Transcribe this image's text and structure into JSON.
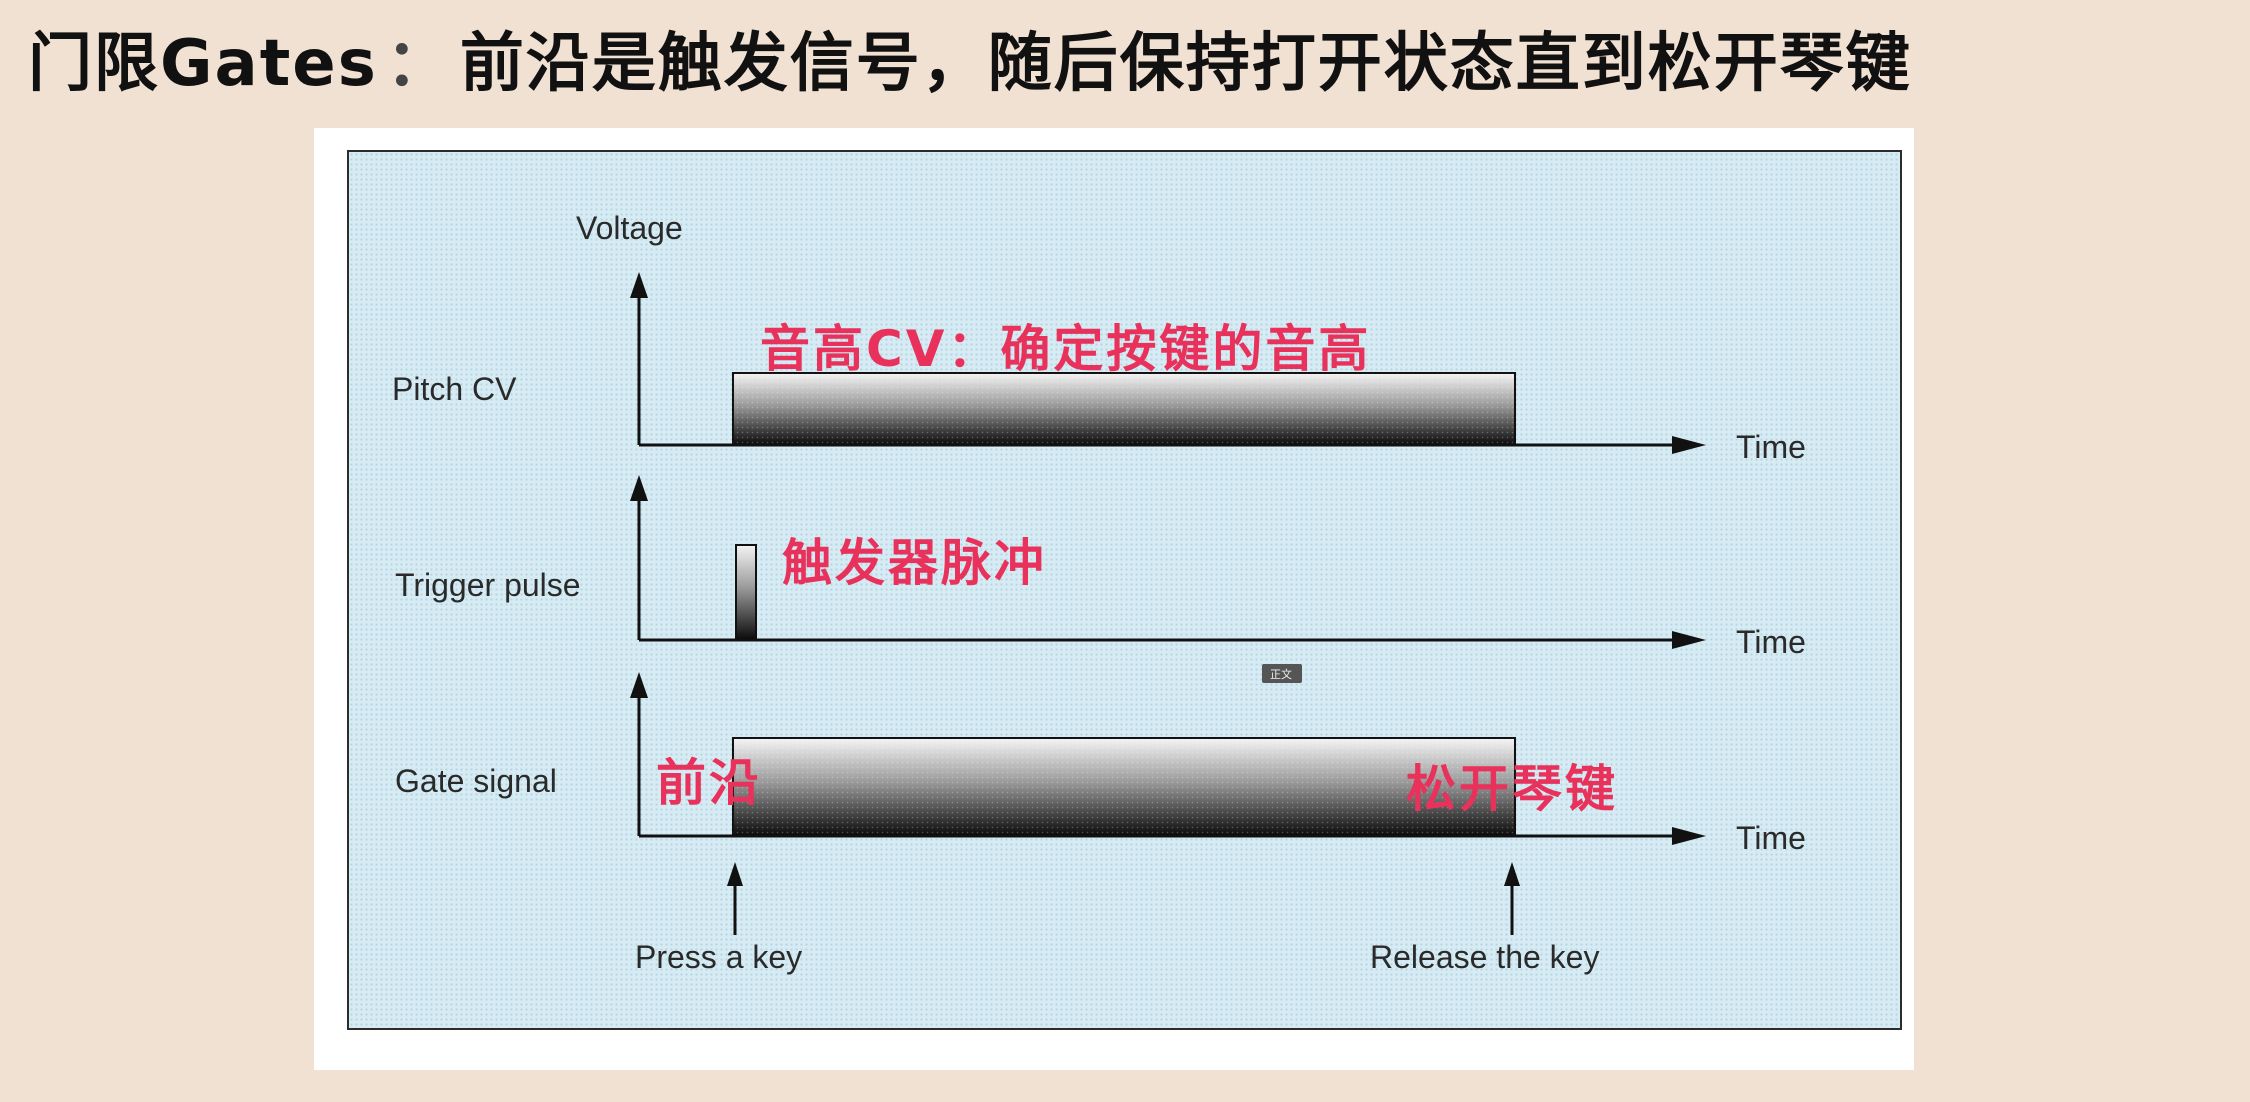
{
  "slide": {
    "title_part1": "门限Gates",
    "title_sep": "：",
    "title_part2": "前沿是触发信号，随后保持打开状态直到松开琴键"
  },
  "diagram": {
    "y_axis_label": "Voltage",
    "time_label": "Time",
    "rows": [
      {
        "label": "Pitch CV"
      },
      {
        "label": "Trigger pulse"
      },
      {
        "label": "Gate signal"
      }
    ],
    "events": {
      "press": "Press a key",
      "release": "Release the key"
    },
    "annotations": {
      "pitch_cv": "音高CV：确定按键的音高",
      "trigger": "触发器脉冲",
      "leading_edge": "前沿",
      "release": "松开琴键"
    },
    "badge": "正文"
  }
}
